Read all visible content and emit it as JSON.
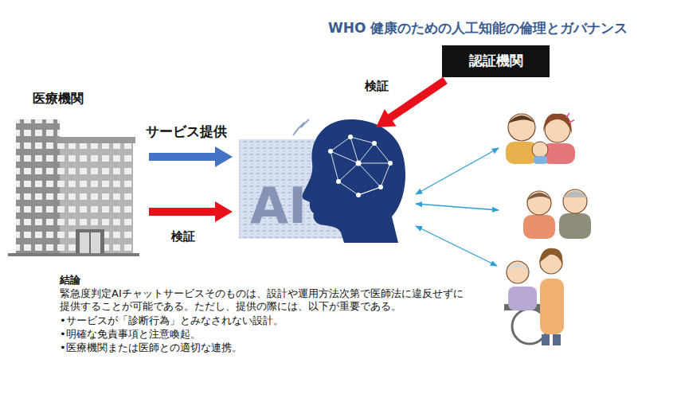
{
  "diagram": {
    "title": "WHO 健康のための人工知能の倫理とガバナンス",
    "nodes": [
      {
        "text": [
          "認証機関"
        ]
      },
      {
        "text": [
          "医療機関"
        ]
      },
      {
        "text": [
          "AI"
        ]
      }
    ],
    "edges": [
      {
        "from": 0,
        "to": 2,
        "label": "検証",
        "arrow": "to"
      },
      {
        "from": 1,
        "to": 2,
        "label": "サービス提供",
        "arrow": "to"
      },
      {
        "from": 1,
        "to": 2,
        "label": "検証",
        "arrow": "to"
      }
    ],
    "labels": [
      "結論",
      "緊急度判定AIチャットサービスそのものは、設計や運用方法次第で医師法に違反せずに提供することが可能である。ただし、提供の際には、以下が重要である。",
      "•サービスが「診断行為」とみなされない設計。",
      "•明確な免責事項と注意喚起。",
      "•医療機関または医師との適切な連携。"
    ]
  }
}
